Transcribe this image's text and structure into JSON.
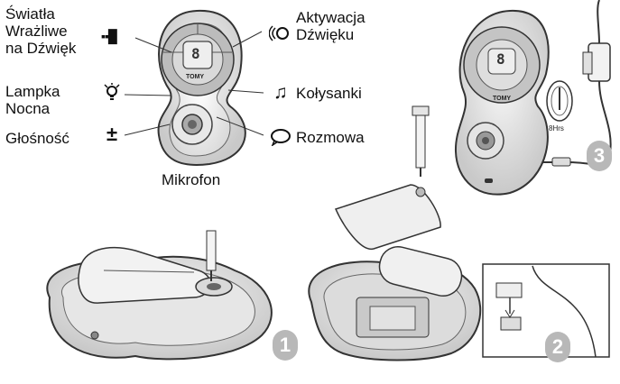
{
  "labels": {
    "swiatla": "Światła\nWrażliwe\nna Dźwięk",
    "lampka": "Lampka\nNocna",
    "glosnosc": "Głośność",
    "aktywacja": "Aktywacja\nDźwięku",
    "kolysanki": "Kołysanki",
    "rozmowa": "Rozmowa",
    "mikrofon": "Mikrofon"
  },
  "device": {
    "brand": "TOMY",
    "display_digit": "8"
  },
  "timer": {
    "label": "8Hrs"
  },
  "steps": {
    "one": "1",
    "two": "2",
    "three": "3"
  }
}
